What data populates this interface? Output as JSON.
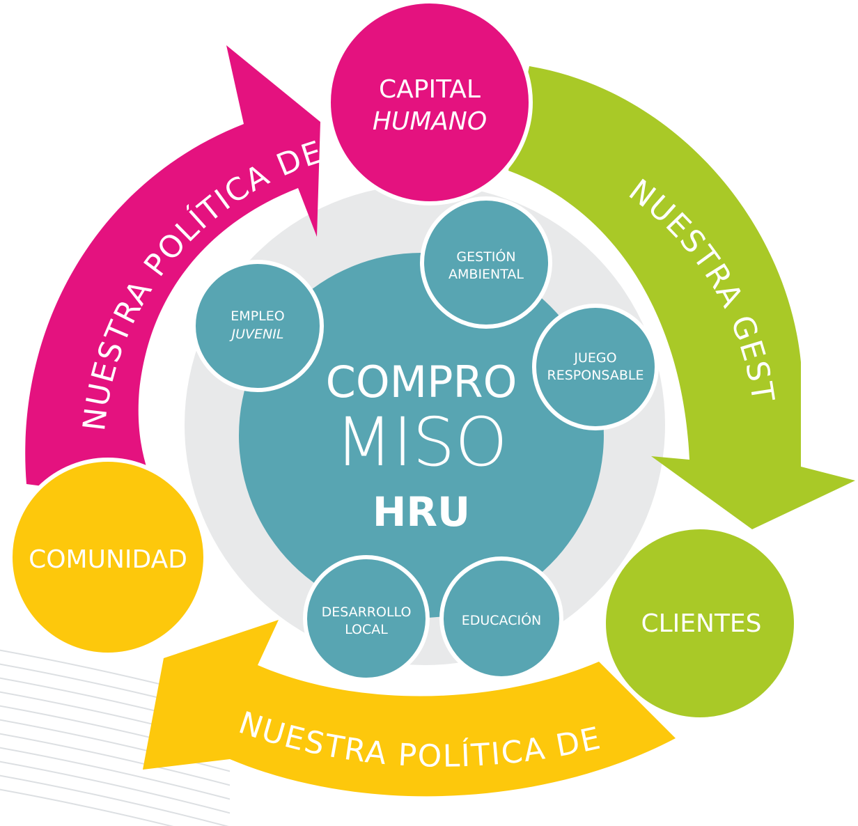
{
  "colors": {
    "magenta": "#e4127f",
    "green": "#a9c927",
    "yellow": "#fdc80c",
    "teal": "#58a5b2",
    "ring": "#e8e9ea",
    "white": "#ffffff"
  },
  "arcs": {
    "rrhh": "NUESTRA POLÍTICA DE RRHH",
    "gestion": "NUESTRA GESTIÓN",
    "rse": "NUESTRA POLÍTICA DE RSE"
  },
  "outer": {
    "capital_line1": "CAPITAL",
    "capital_line2": "HUMANO",
    "clientes": "CLIENTES",
    "comunidad": "COMUNIDAD"
  },
  "center": {
    "line1": "COMPRO",
    "line2": "MISO",
    "logo": "HRU"
  },
  "satellites": {
    "gestion_ambiental_1": "GESTIÓN",
    "gestion_ambiental_2": "AMBIENTAL",
    "juego_1": "JUEGO",
    "juego_2": "RESPONSABLE",
    "educacion": "EDUCACIÓN",
    "desarrollo_1": "DESARROLLO",
    "desarrollo_2": "LOCAL",
    "empleo_1": "EMPLEO",
    "empleo_2": "JUVENIL"
  }
}
